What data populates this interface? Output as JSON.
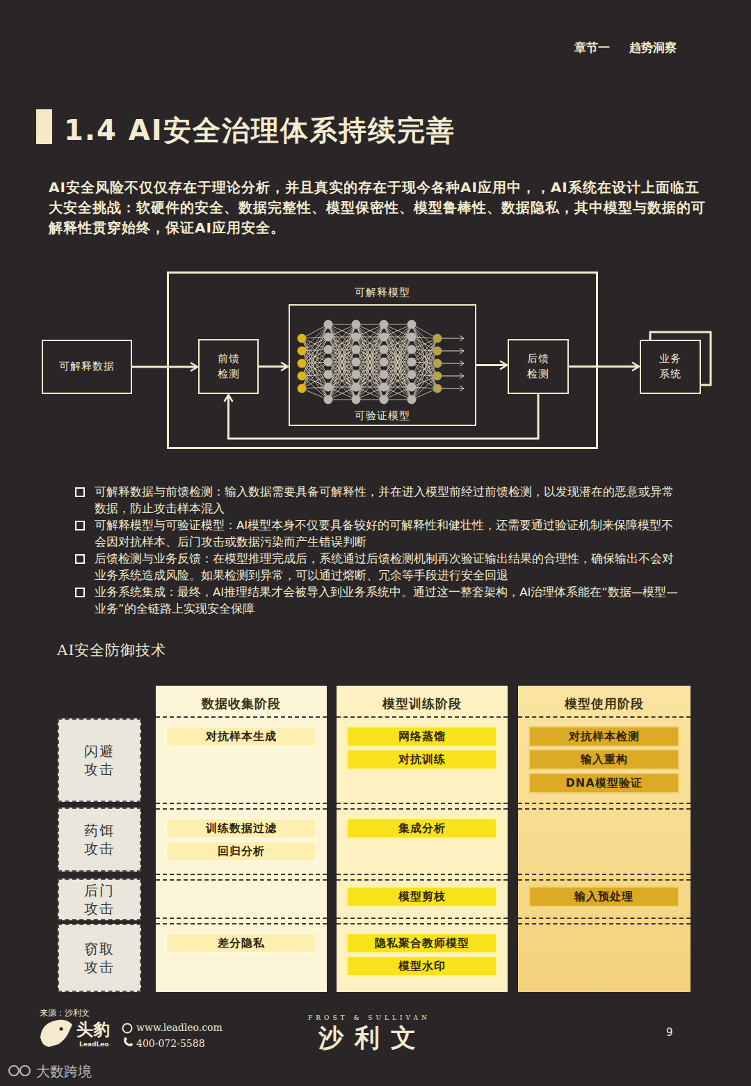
{
  "diagram": {
    "title": "1.4 AI安全治理体系持续完善",
    "nodes": [
      {
        "text": [
          "可解释数据"
        ]
      },
      {
        "text": [
          "前馈 检测"
        ]
      },
      {
        "text": [
          "可解释模型",
          "可验证模型"
        ]
      },
      {
        "text": [
          "后馈 检测"
        ]
      },
      {
        "text": [
          "业务 系统"
        ]
      },
      {
        "text": [
          "数据收集阶段"
        ]
      },
      {
        "text": [
          "模型训练阶段"
        ]
      },
      {
        "text": [
          "模型使用阶段"
        ]
      },
      {
        "text": [
          "闪避 攻击"
        ]
      },
      {
        "text": [
          "药饵 攻击"
        ]
      },
      {
        "text": [
          "后门 攻击"
        ]
      },
      {
        "text": [
          "窃取 攻击"
        ]
      },
      {
        "text": [
          "对抗样本生成"
        ],
        "in": 5
      },
      {
        "text": [
          "训练数据过滤"
        ],
        "in": 5
      },
      {
        "text": [
          "回归分析"
        ],
        "in": 5
      },
      {
        "text": [
          "差分隐私"
        ],
        "in": 5
      },
      {
        "text": [
          "网络蒸馏"
        ],
        "in": 6
      },
      {
        "text": [
          "对抗训练"
        ],
        "in": 6
      },
      {
        "text": [
          "集成分析"
        ],
        "in": 6
      },
      {
        "text": [
          "模型剪枝"
        ],
        "in": 6
      },
      {
        "text": [
          "隐私聚合教师模型"
        ],
        "in": 6
      },
      {
        "text": [
          "模型水印"
        ],
        "in": 6
      },
      {
        "text": [
          "对抗样本检测"
        ],
        "in": 7
      },
      {
        "text": [
          "输入重构"
        ],
        "in": 7
      },
      {
        "text": [
          "DNA模型验证"
        ],
        "in": 7
      },
      {
        "text": [
          "输入预处理"
        ],
        "in": 7
      }
    ],
    "edges": [
      {
        "from": 0,
        "to": 1,
        "arrow": "to"
      },
      {
        "from": 1,
        "to": 2,
        "arrow": "to"
      },
      {
        "from": 2,
        "to": 3,
        "arrow": "to"
      },
      {
        "from": 3,
        "to": 4,
        "arrow": "to"
      },
      {
        "from": 3,
        "to": 1,
        "arrow": "to"
      }
    ],
    "labels": [
      "章节一",
      "趋势洞察",
      "AI安全风险不仅仅存在于理论分析，并且真实的存在于现今各种AI应用中，，AI系统在设计上面临五大安全挑战：软硬件的安全、数据完整性、模型保密性、模型鲁棒性、数据隐私，其中模型与数据的可解释性贯穿始终，保证AI应用安全。",
      "可解释数据与前馈检测：输入数据需要具备可解释性，并在进入模型前经过前馈检测，以发现潜在的恶意或异常数据，防止攻击样本混入",
      "可解释模型与可验证模型：AI模型本身不仅要具备较好的可解释性和健壮性，还需要通过验证机制来保障模型不会因对抗样本、后门攻击或数据污染而产生错误判断",
      "后馈检测与业务反馈：在模型推理完成后，系统通过后馈检测机制再次验证输出结果的合理性，确保输出不会对业务系统造成风险。如果检测到异常，可以通过熔断、冗余等手段进行安全回退",
      "业务系统集成：最终，AI推理结果才会被导入到业务系统中。通过这一整套架构，AI治理体系能在“数据—模型—业务”的全链路上实现安全保障",
      "AI安全防御技术",
      "来源：沙利文",
      "头豹",
      "LeadLeo",
      "www.leadleo.com",
      "400-072-5588",
      "FROST & SULLIVAN",
      "沙利文",
      "9",
      "大数跨境"
    ]
  }
}
